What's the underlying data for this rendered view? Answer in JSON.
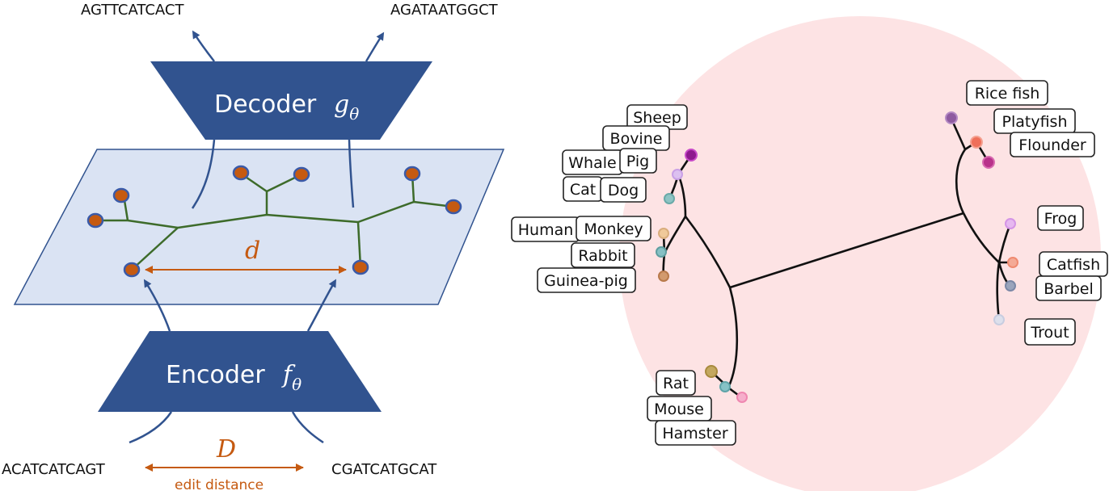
{
  "diagram": {
    "top_sequences": [
      "AGTTCATCACT",
      "AGATAATGGCT"
    ],
    "bottom_sequences": [
      "ACATCATCAGT",
      "CGATCATGCAT"
    ],
    "decoder": {
      "label": "Decoder",
      "symbol": "g",
      "subscript": "θ"
    },
    "encoder": {
      "label": "Encoder",
      "symbol": "f",
      "subscript": "θ"
    },
    "latent_distance_label": "d",
    "input_distance_label": "D",
    "input_distance_caption": "edit distance",
    "colors": {
      "block": "#31538f",
      "plane_fill": "#dae3f3",
      "plane_stroke": "#31538f",
      "tree_edge": "#3d6b2a",
      "node_fill": "#c55a11",
      "node_stroke": "#3a5aa8",
      "arrow": "#31538f",
      "distance_arrow": "#c55a11"
    }
  },
  "tree": {
    "disk_color": "#fde3e4",
    "species": [
      {
        "name": "Sheep",
        "color": "#8e1a8e"
      },
      {
        "name": "Bovine",
        "color": "#8e1a8e"
      },
      {
        "name": "Whale",
        "color": "#c9a0e6"
      },
      {
        "name": "Pig",
        "color": "#8e1a8e"
      },
      {
        "name": "Cat",
        "color": "#6aaaa8"
      },
      {
        "name": "Dog",
        "color": "#6aaaa8"
      },
      {
        "name": "Human",
        "color": "#d9ad7c"
      },
      {
        "name": "Monkey",
        "color": "#d9ad7c"
      },
      {
        "name": "Rabbit",
        "color": "#5f9ea0"
      },
      {
        "name": "Guinea-pig",
        "color": "#b87a4b"
      },
      {
        "name": "Rat",
        "color": "#a88a3e"
      },
      {
        "name": "Mouse",
        "color": "#5fa3a8"
      },
      {
        "name": "Hamster",
        "color": "#ef87b0"
      },
      {
        "name": "Rice fish",
        "color": "#8e5aa0"
      },
      {
        "name": "Platyfish",
        "color": "#ef6f5a"
      },
      {
        "name": "Flounder",
        "color": "#b8328a"
      },
      {
        "name": "Frog",
        "color": "#d494e6"
      },
      {
        "name": "Catfish",
        "color": "#ef8a70"
      },
      {
        "name": "Barbel",
        "color": "#7c88a6"
      },
      {
        "name": "Trout",
        "color": "#c8cde0"
      }
    ]
  }
}
